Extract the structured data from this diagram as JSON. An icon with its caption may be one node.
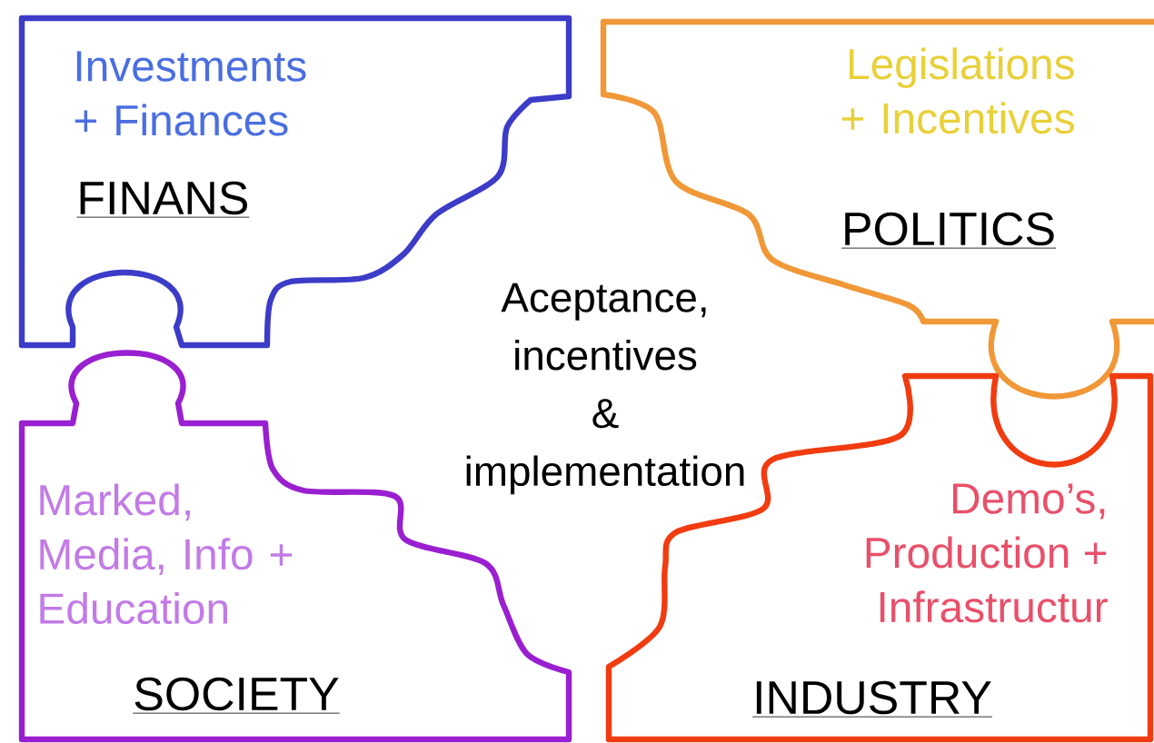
{
  "diagram": {
    "nodes": [
      {
        "text": [
          "Investments + Finances",
          "FINANS"
        ]
      },
      {
        "text": [
          "Legislations + Incentives",
          "POLITICS"
        ]
      },
      {
        "text": [
          "Marked, Media, Info + Education",
          "SOCIETY"
        ]
      },
      {
        "text": [
          "Demo’s, Production + Infrastructur",
          "INDUSTRY"
        ]
      }
    ],
    "labels": [
      "Aceptance, incentives & implementation"
    ]
  }
}
